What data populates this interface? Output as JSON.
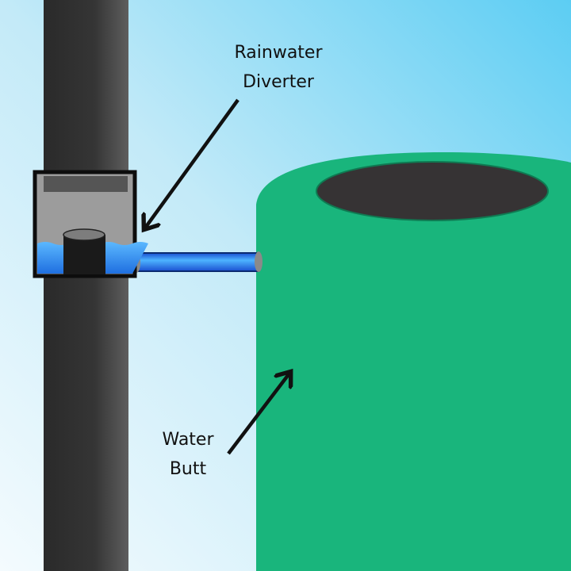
{
  "labels": {
    "diverter_line1": "Rainwater",
    "diverter_line2": "Diverter",
    "butt_line1": "Water",
    "butt_line2": "Butt"
  },
  "colors": {
    "sky_light": "#eaf6fb",
    "sky_dark": "#6fd0f2",
    "downpipe": "#2f2f2f",
    "tank": "#19b57c",
    "tank_opening": "#363334",
    "water": "#2a8ff0"
  }
}
